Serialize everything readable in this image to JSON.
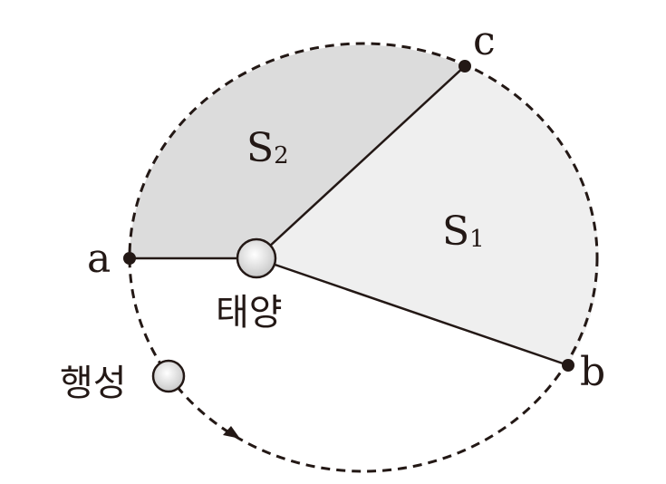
{
  "title": "Kepler's second law diagram",
  "points": {
    "a": "a",
    "b": "b",
    "c": "c"
  },
  "areas": {
    "s1": "S",
    "s1_sub": "1",
    "s2": "S",
    "s2_sub": "2"
  },
  "bodies": {
    "sun": "태양",
    "planet": "행성"
  },
  "colors": {
    "s1_fill": "#efefef",
    "s2_fill": "#dcdcdc",
    "stroke": "#231815"
  }
}
